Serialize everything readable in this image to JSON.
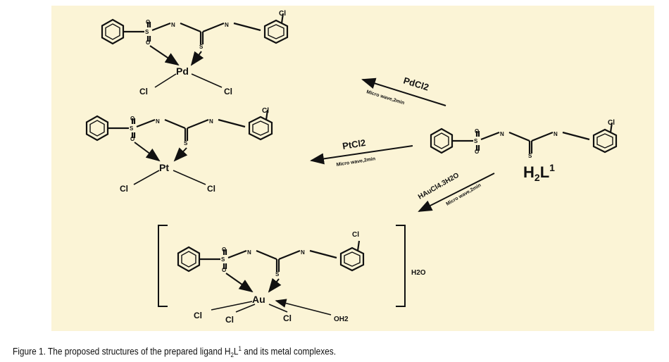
{
  "figure": {
    "atoms": {
      "s": "S",
      "o": "O",
      "nh": "N",
      "h": "H",
      "cl": "Cl",
      "pd": "Pd",
      "pt": "Pt",
      "au": "Au",
      "oh2": "OH2",
      "water": "H2O"
    },
    "ligand_label": {
      "main": "H",
      "sub": "2",
      "l": "L",
      "sup": "1"
    },
    "reactions": [
      {
        "reagent": "PdCl2",
        "condition": "Micro wave,2min"
      },
      {
        "reagent": "PtCl2",
        "condition": "Micro wave,2min"
      },
      {
        "reagent": "HAuCl4.3H2O",
        "condition": "Micro wave,2min"
      }
    ]
  },
  "caption": {
    "prefix": "Figure 1. The proposed structures of the prepared ligand H",
    "sub": "2",
    "mid": "L",
    "sup": "1",
    "suffix": " and its metal complexes."
  },
  "colors": {
    "background": "#fbf4d6",
    "ink": "#111111"
  }
}
